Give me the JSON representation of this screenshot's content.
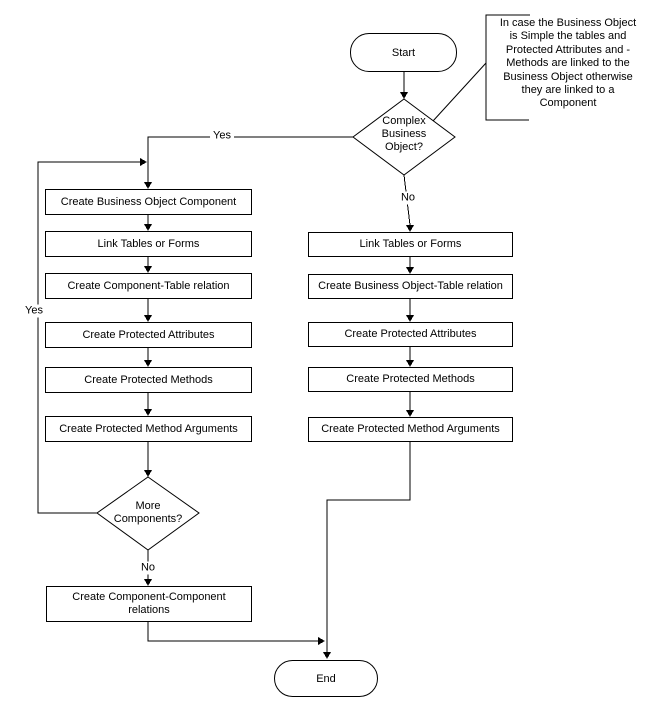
{
  "note": {
    "text": "In case the Business Object\nis Simple the tables and\nProtected Attributes and -\nMethods are linked to the\nBusiness Object otherwise\nthey are linked to a\nComponent"
  },
  "terminals": {
    "start": "Start",
    "end": "End"
  },
  "decisions": {
    "complex": "Complex\nBusiness\nObject?",
    "more": "More\nComponents?"
  },
  "edge_labels": {
    "complex_yes": "Yes",
    "complex_no": "No",
    "more_yes": "Yes",
    "more_no": "No"
  },
  "left_column": {
    "steps": [
      "Create Business Object Component",
      "Link Tables or Forms",
      "Create Component-Table relation",
      "Create Protected Attributes",
      "Create Protected Methods",
      "Create Protected Method Arguments"
    ],
    "final_step": "Create Component-Component\nrelations"
  },
  "right_column": {
    "steps": [
      "Link Tables or Forms",
      "Create Business Object-Table relation",
      "Create Protected Attributes",
      "Create Protected Methods",
      "Create Protected Method Arguments"
    ]
  },
  "colors": {
    "line": "#000000",
    "fill": "#ffffff"
  }
}
